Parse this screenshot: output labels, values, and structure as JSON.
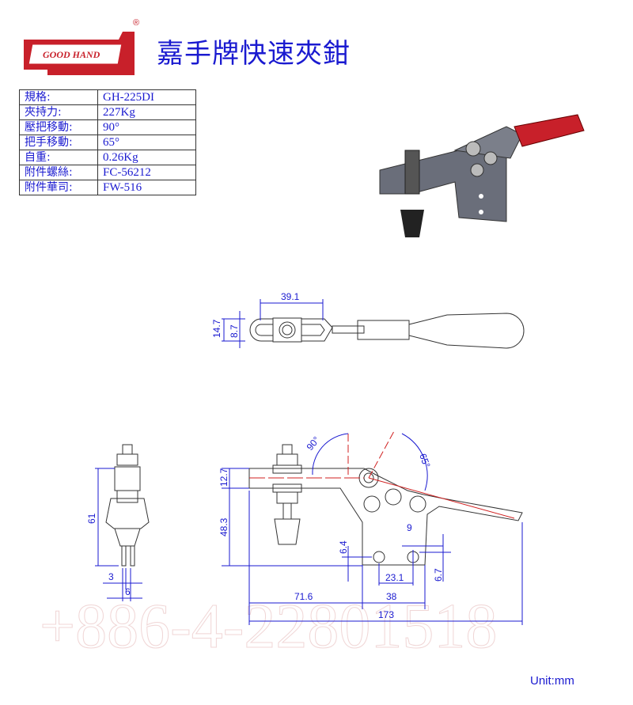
{
  "brand": {
    "logo_text": "GOOD HAND",
    "registered": "®"
  },
  "header": {
    "title": "嘉手牌快速夾鉗"
  },
  "specs": [
    {
      "label": "規格:",
      "value": "GH-225DI"
    },
    {
      "label": "夾持力:",
      "value": "227Kg"
    },
    {
      "label": "壓把移動:",
      "value": "90°"
    },
    {
      "label": "把手移動:",
      "value": "65°"
    },
    {
      "label": "自重:",
      "value": "0.26Kg"
    },
    {
      "label": "附件螺絲:",
      "value": "FC-56212"
    },
    {
      "label": "附件華司:",
      "value": "FW-516"
    }
  ],
  "watermark": {
    "phone": "+886-4-22801518"
  },
  "dimensions": {
    "top_view": {
      "length": "39.1",
      "width_outer": "14.7",
      "width_slot": "8.7"
    },
    "front_view": {
      "height": "61",
      "slot": "3",
      "width": "6"
    },
    "side_view": {
      "bar_height": "12.7",
      "pivot_height": "48.3",
      "hole_offset_v": "6.4",
      "hole_dia": "9",
      "hole_spacing": "23.1",
      "hole_offset_v2": "6.7",
      "spindle_to_base": "71.6",
      "base_width": "38",
      "overall_length": "173",
      "bar_angle": "90°",
      "handle_angle": "65°"
    }
  },
  "colors": {
    "text": "#1a1ad0",
    "handle": "#c8202a",
    "center": "#d02020"
  },
  "footer": {
    "unit": "Unit:mm"
  }
}
